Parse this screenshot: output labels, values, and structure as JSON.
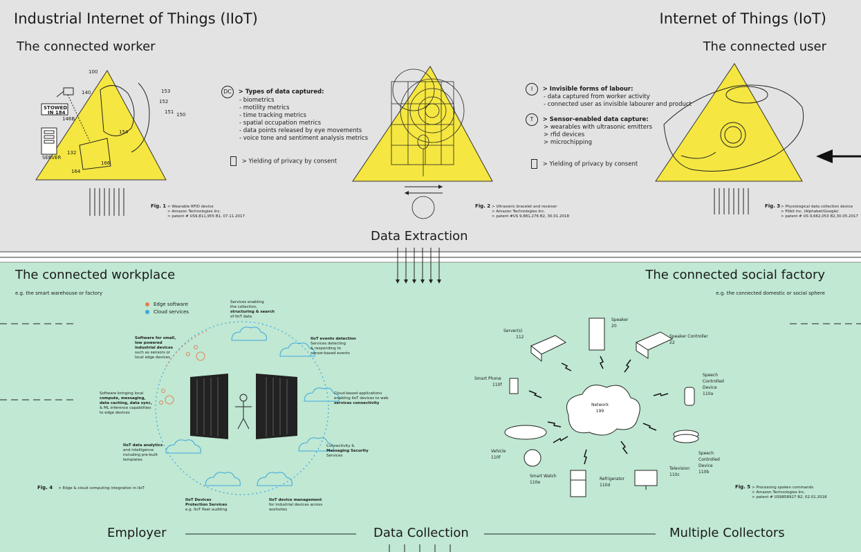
{
  "headers": {
    "iiot": "Industrial Internet of Things (IIoT)",
    "iot": "Internet of Things (IoT)",
    "connected_worker": "The connected worker",
    "connected_user": "The connected user",
    "data_extraction": "Data Extraction",
    "connected_workplace": "The connected workplace",
    "workplace_eg": "e.g. the smart warehouse or factory",
    "connected_social_factory": "The connected social factory",
    "social_eg": "e.g. the connected domestic or social sphere",
    "employer": "Employer",
    "data_collection": "Data Collection",
    "multiple_collectors": "Multiple Collectors"
  },
  "dc_panel": {
    "badge": "DC",
    "title": "> Types of data captured:",
    "items": [
      "- biometrics",
      "- motility metrics",
      "- time tracking metrics",
      "- spatial occupation metrics",
      "- data points released by eye movements",
      "- voice tone and sentiment analysis metrics"
    ],
    "privacy": "> Yielding of privacy by consent"
  },
  "labour_panel": {
    "i_badge": "I",
    "i_title": "> Invisible forms of labour:",
    "i_items": [
      "- data captured from worker activity",
      "- connected user as invisible labourer and product"
    ],
    "t_badge": "T",
    "t_title": "> Sensor-enabled data capture:",
    "t_items": [
      "> wearables with ultrasonic emitters",
      "> rfid devices",
      "> microchipping"
    ],
    "privacy": "> Yielding of privacy by consent"
  },
  "figures": {
    "fig1": {
      "label": "Fig. 1",
      "lines": [
        "> Wearable RFID device",
        "> Amazon Technologies Inc.",
        "> patent # US9,811,955 B1, 07.11.2017"
      ]
    },
    "fig2": {
      "label": "Fig. 2",
      "lines": [
        "> Ultrasonic bracelet and receiver",
        "> Amazon Technologies Inc.",
        "> patent #US 9,881,276 B2, 30.01.2018"
      ]
    },
    "fig3": {
      "label": "Fig. 3",
      "lines": [
        "> Physiological data collection device",
        "> Fitbit Inc. (Alphabet/Google)",
        "> patent # US 9,662,053 B2,30.05.2017"
      ]
    },
    "fig4": {
      "label": "Fig. 4",
      "line": "> Edge & cloud computing integration in IIoT"
    },
    "fig5": {
      "label": "Fig. 5",
      "lines": [
        "> Processing spoken commands",
        "> Amazon Technologies Inc.",
        "> patent # US9858927 B2, 02.01.2018"
      ]
    }
  },
  "fig1_labels": {
    "stowed": "STOWED",
    "in": "IN 184",
    "server": "SERVER",
    "n100": "100",
    "n140": "140",
    "n153": "153",
    "n152": "152",
    "n151": "151",
    "n150": "150",
    "n154": "154",
    "n146": "146B",
    "n132": "132",
    "n166": "166",
    "n164": "164"
  },
  "fig4": {
    "legend_edge": "Edge software",
    "legend_cloud": "Cloud services",
    "colors": {
      "edge": "#e57e54",
      "cloud": "#3ba7dd"
    },
    "services_top": [
      "Services enabling",
      "the collection,",
      "structuring & search",
      "of IIoT data"
    ],
    "software_small": [
      "Software for small,",
      "low powered",
      "industrial devices",
      "such as sensors or",
      "local edge devices"
    ],
    "events": [
      "IIoT events detection",
      "Services detecting",
      "& responding to",
      "sensor-based events"
    ],
    "software_local": [
      "Software bringing local",
      "compute, messaging,",
      "data caching, data sync,",
      "& ML inference capabilities",
      "to edge devices"
    ],
    "cloud_apps": [
      "Cloud-based applications",
      "enabling IIoT devices to web",
      "services connectivity"
    ],
    "analytics": [
      "IIoT data analytics",
      "and intelligence",
      "including pre-built",
      "templates"
    ],
    "connectivity": [
      "Connectivity &",
      "Messaging Security",
      "Services"
    ],
    "protection": [
      "IIoT Devices",
      "Protection Services",
      "e.g. IIoT fleet auditing"
    ],
    "management": [
      "IIoT device management",
      "for industrial devices across",
      "worksites"
    ]
  },
  "fig5": {
    "network": "Network",
    "network_num": "199",
    "speaker": [
      "Speaker",
      "20"
    ],
    "servers": [
      "Server(s)",
      "112"
    ],
    "speaker_controller": [
      "Speaker Controller",
      "22"
    ],
    "smart_phone": [
      "Smart Phone",
      "110f"
    ],
    "speech_device_a": [
      "Speech",
      "Controlled",
      "Device",
      "110a"
    ],
    "vehicle": [
      "Vehicle",
      "110f"
    ],
    "speech_device_b": [
      "Speech",
      "Controlled",
      "Device",
      "110b"
    ],
    "smart_watch": [
      "Smart Watch",
      "110e"
    ],
    "refrigerator": [
      "Refrigerator",
      "110d"
    ],
    "television": [
      "Television",
      "110c"
    ]
  }
}
